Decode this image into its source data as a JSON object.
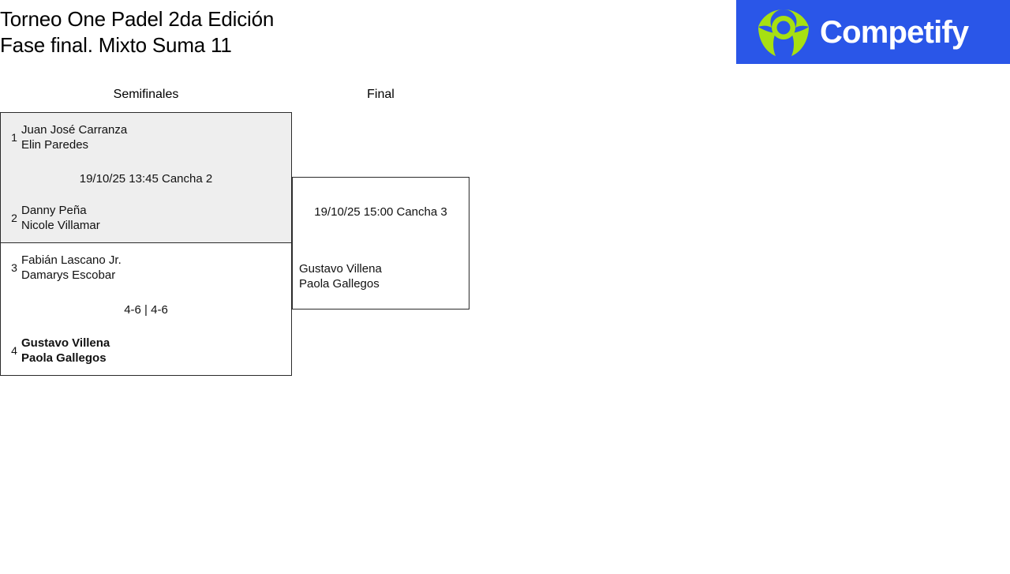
{
  "header": {
    "title_line1": "Torneo One Padel 2da Edición",
    "title_line2": "Fase final. Mixto Suma 11"
  },
  "brand": {
    "name": "Competify",
    "logo_icon": "competify-person-circle-icon",
    "background_color": "#2A56E8",
    "mark_color": "#A7E012",
    "text_color": "#FFFFFF"
  },
  "bracket": {
    "rounds": [
      {
        "key": "semis",
        "label": "Semifinales"
      },
      {
        "key": "final",
        "label": "Final"
      }
    ],
    "semifinals": [
      {
        "id": "sf1",
        "shaded": true,
        "meta": "19/10/25 13:45 Cancha 2",
        "top": {
          "seed": "1",
          "player1": "Juan José Carranza",
          "player2": "Elin Paredes",
          "winner": false
        },
        "bottom": {
          "seed": "2",
          "player1": "Danny Peña",
          "player2": "Nicole Villamar",
          "winner": false
        }
      },
      {
        "id": "sf2",
        "shaded": false,
        "meta": "4-6 | 4-6",
        "top": {
          "seed": "3",
          "player1": "Fabián Lascano Jr.",
          "player2": "Damarys Escobar",
          "winner": false
        },
        "bottom": {
          "seed": "4",
          "player1": "Gustavo Villena",
          "player2": "Paola Gallegos",
          "winner": true
        }
      }
    ],
    "final": {
      "id": "fin",
      "meta": "19/10/25 15:00 Cancha 3",
      "top": {
        "seed": "",
        "player1": "",
        "player2": "",
        "winner": false
      },
      "bottom": {
        "seed": "",
        "player1": "Gustavo Villena",
        "player2": "Paola Gallegos",
        "winner": false
      }
    }
  }
}
